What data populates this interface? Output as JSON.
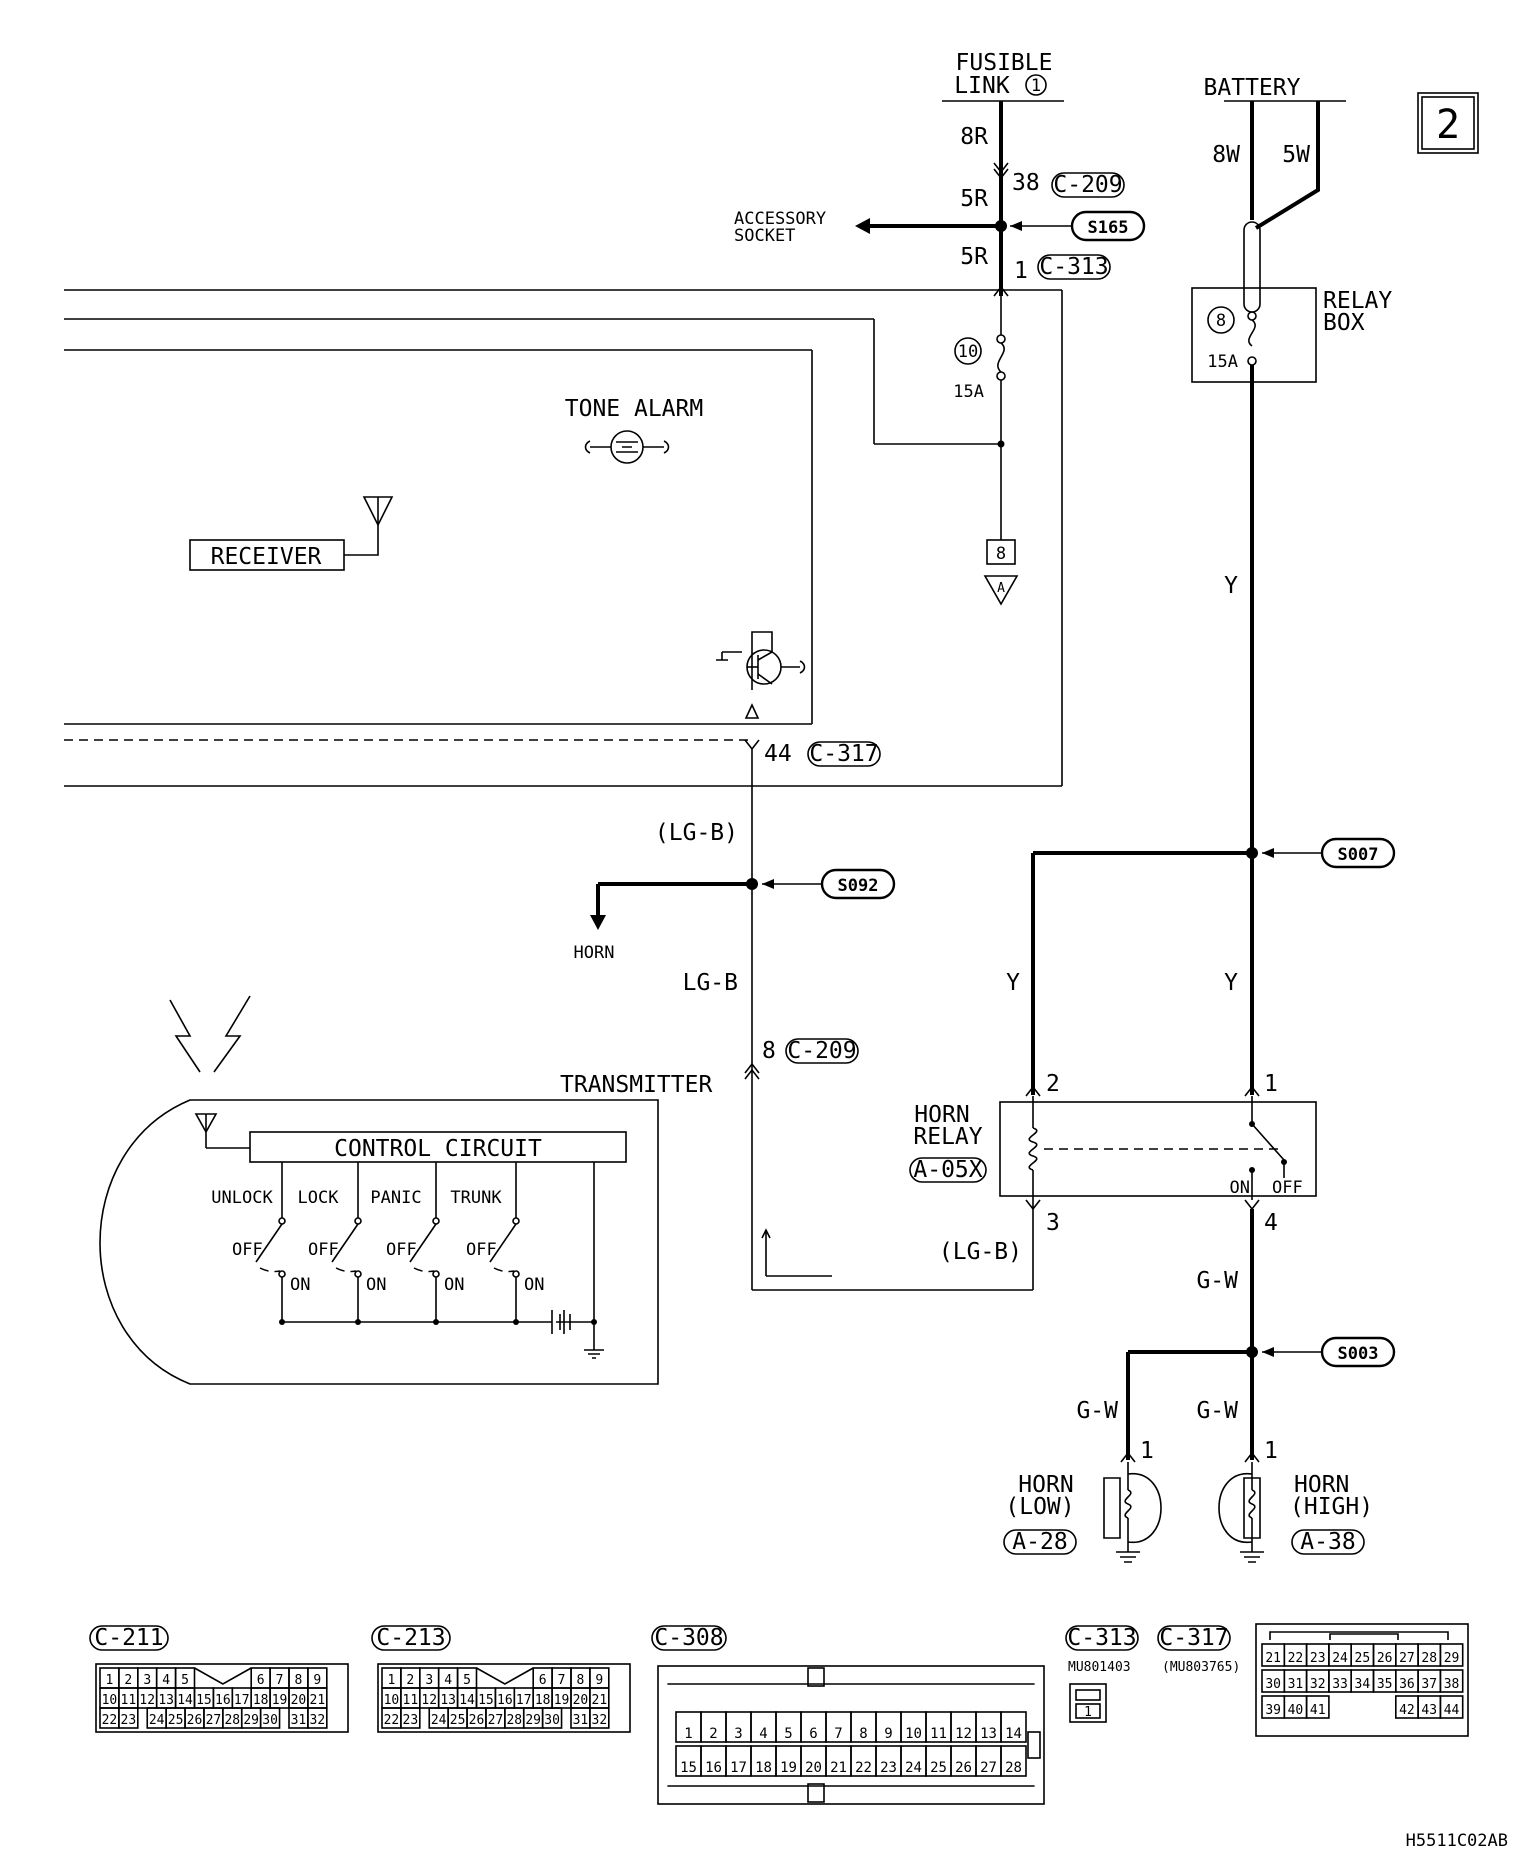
{
  "page_number": "2",
  "figure_code": "H5511C02AB",
  "sources": {
    "fusible_link": [
      "FUSIBLE",
      "LINK"
    ],
    "fusible_link_no": "1",
    "battery": "BATTERY"
  },
  "wires": {
    "w8R": "8R",
    "w5R_a": "5R",
    "w5R_b": "5R",
    "w8W": "8W",
    "w5W": "5W",
    "wY_1": "Y",
    "wY_2": "Y",
    "wY_3": "Y",
    "wLGB_1": "(LG-B)",
    "wLGB_2": "LG-B",
    "wLGB_3": "(LG-B)",
    "wGW_1": "G-W",
    "wGW_2": "G-W",
    "wGW_3": "G-W"
  },
  "pins": {
    "p38": "38",
    "p1_c313": "1",
    "p44": "44",
    "p8_c209": "8",
    "relay_p1": "1",
    "relay_p2": "2",
    "relay_p3": "3",
    "relay_p4": "4",
    "horn_low_p1": "1",
    "horn_high_p1": "1"
  },
  "connectors_ref": {
    "c209_a": "C-209",
    "c313": "C-313",
    "c317": "C-317",
    "c209_b": "C-209",
    "a05x": "A-05X",
    "a28": "A-28",
    "a38": "A-38"
  },
  "splices": {
    "s165": "S165",
    "s092": "S092",
    "s007": "S007",
    "s003": "S003"
  },
  "labels": {
    "accessory_socket": [
      "ACCESSORY",
      "SOCKET"
    ],
    "tone_alarm": "TONE ALARM",
    "receiver": "RECEIVER",
    "horn_arrow": "HORN",
    "relay_box": [
      "RELAY",
      "BOX"
    ],
    "fuse10_no": "10",
    "fuse10_rating": "15A",
    "fuse8_no": "8",
    "fuse8_rating": "15A",
    "ref_box": "8",
    "ref_triangle": "A",
    "horn_relay": [
      "HORN",
      "RELAY"
    ],
    "relay_on": "ON",
    "relay_off": "OFF",
    "horn_low": [
      "HORN",
      "(LOW)"
    ],
    "horn_high": [
      "HORN",
      "(HIGH)"
    ],
    "transmitter": "TRANSMITTER",
    "control_circuit": "CONTROL CIRCUIT",
    "switches": [
      "UNLOCK",
      "LOCK",
      "PANIC",
      "TRUNK"
    ],
    "sw_off": "OFF",
    "sw_on": "ON"
  },
  "connector_views": {
    "c211": {
      "title": "C-211",
      "rows": [
        [
          "1",
          "2",
          "3",
          "4",
          "5",
          "",
          "6",
          "7",
          "8",
          "9"
        ],
        [
          "10",
          "11",
          "12",
          "13",
          "14",
          "15",
          "16",
          "17",
          "18",
          "19",
          "20",
          "21"
        ],
        [
          "22",
          "23",
          "",
          "24",
          "25",
          "26",
          "27",
          "28",
          "29",
          "30",
          "",
          "31",
          "32"
        ]
      ]
    },
    "c213": {
      "title": "C-213",
      "rows": [
        [
          "1",
          "2",
          "3",
          "4",
          "5",
          "",
          "6",
          "7",
          "8",
          "9"
        ],
        [
          "10",
          "11",
          "12",
          "13",
          "14",
          "15",
          "16",
          "17",
          "18",
          "19",
          "20",
          "21"
        ],
        [
          "22",
          "23",
          "",
          "24",
          "25",
          "26",
          "27",
          "28",
          "29",
          "30",
          "",
          "31",
          "32"
        ]
      ]
    },
    "c308": {
      "title": "C-308",
      "rows": [
        [
          "1",
          "2",
          "3",
          "4",
          "5",
          "6",
          "7",
          "8",
          "9",
          "10",
          "11",
          "12",
          "13",
          "14"
        ],
        [
          "15",
          "16",
          "17",
          "18",
          "19",
          "20",
          "21",
          "22",
          "23",
          "24",
          "25",
          "26",
          "27",
          "28"
        ]
      ]
    },
    "c313": {
      "title": "C-313",
      "part": "MU801403",
      "pin": "1"
    },
    "c317": {
      "title": "C-317",
      "part": "(MU803765)",
      "rows": [
        [
          "21",
          "22",
          "23",
          "24",
          "25",
          "26",
          "27",
          "28",
          "29"
        ],
        [
          "30",
          "31",
          "32",
          "33",
          "34",
          "35",
          "36",
          "37",
          "38"
        ],
        [
          "39",
          "40",
          "41",
          "",
          "",
          "",
          "",
          "42",
          "43",
          "44"
        ]
      ]
    }
  }
}
